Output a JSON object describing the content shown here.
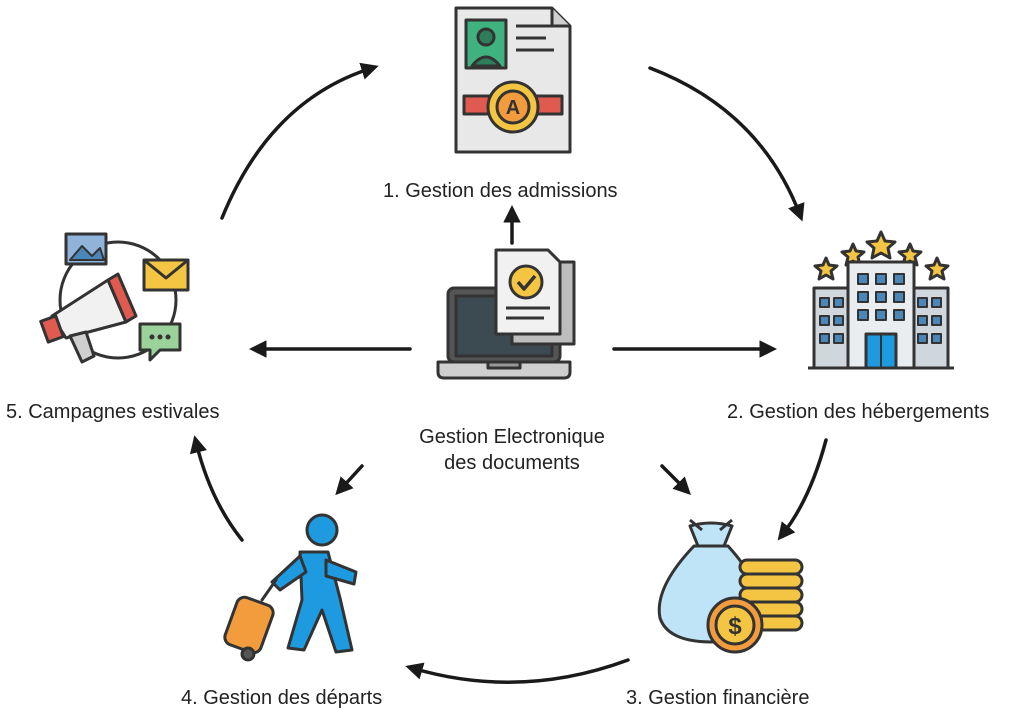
{
  "center": {
    "line1": "Gestion Electronique",
    "line2": "des documents"
  },
  "steps": [
    {
      "label": "1. Gestion des admissions",
      "icon": "certificate-icon"
    },
    {
      "label": "2. Gestion des hébergements",
      "icon": "hotel-icon"
    },
    {
      "label": "3. Gestion financière",
      "icon": "money-bag-icon"
    },
    {
      "label": "4. Gestion des départs",
      "icon": "traveler-icon"
    },
    {
      "label": "5. Campagnes estivales",
      "icon": "megaphone-icon"
    }
  ],
  "center_icon": "laptop-document-icon",
  "colors": {
    "outline": "#333333",
    "green": "#3fb27f",
    "gold": "#f4c542",
    "orange": "#f39c3d",
    "blue": "#1e9be0",
    "lightblue": "#bfe3f7",
    "red": "#e05a4f"
  }
}
